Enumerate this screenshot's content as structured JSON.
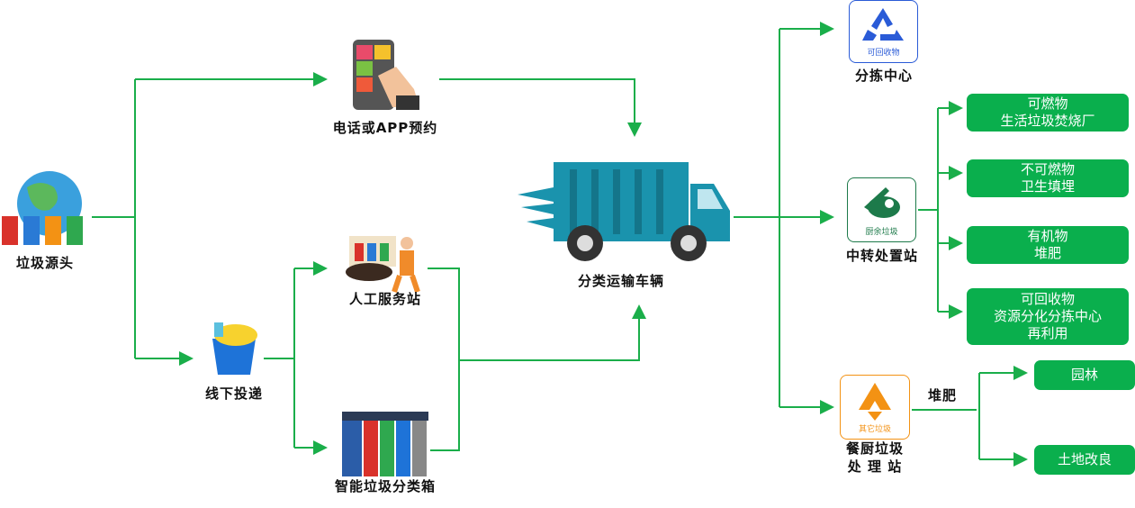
{
  "nodes": {
    "source": "垃圾源头",
    "phone": "电话或APP预约",
    "offline": "线下投递",
    "service_station": "人工服务站",
    "smart_bin": "智能垃圾分类箱",
    "truck": "分类运输车辆",
    "sorting_center": "分拣中心",
    "transfer_station": "中转处置站",
    "kitchen_station_l1": "餐厨垃圾",
    "kitchen_station_l2": "处 理 站",
    "compost_label": "堆肥"
  },
  "icon_text": {
    "recyclable": "可回收物",
    "kitchen": "厨余垃圾",
    "other": "其它垃圾"
  },
  "outcomes": [
    [
      "可燃物",
      "生活垃圾焚烧厂"
    ],
    [
      "不可燃物",
      "卫生填埋"
    ],
    [
      "有机物",
      "堆肥"
    ],
    [
      "可回收物",
      "资源分化分拣中心",
      "再利用"
    ]
  ],
  "compost_outcomes": [
    "园林",
    "土地改良"
  ],
  "colors": {
    "line": "#1aae4a",
    "box": "#0aaf4d",
    "truck": "#1a93ad",
    "recycle": "#2a5bd7",
    "kitchen": "#1d7a4a",
    "other": "#f39214"
  }
}
